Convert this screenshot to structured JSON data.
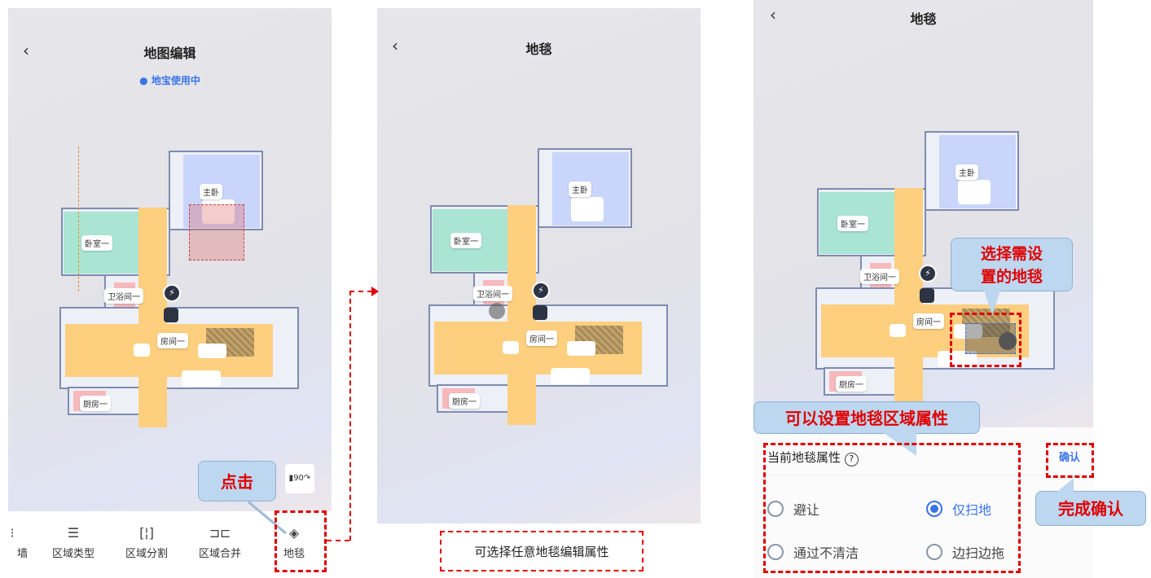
{
  "panel1": {
    "title": "地图编辑",
    "status": "● 地宝使用中",
    "toolbar": [
      {
        "icon": "wall-icon",
        "label": "墙"
      },
      {
        "icon": "list-icon",
        "label": "区域类型"
      },
      {
        "icon": "split-icon",
        "label": "区域分割"
      },
      {
        "icon": "merge-icon",
        "label": "区域合并"
      },
      {
        "icon": "carpet-icon",
        "label": "地毯"
      }
    ],
    "rotate_label": "90",
    "callout": "点击"
  },
  "panel2": {
    "title": "地毯",
    "caption": "可选择任意地毯编辑属性"
  },
  "panel3": {
    "title": "地毯",
    "callout_select": "选择需设置的地毯",
    "callout_attr": "可以设置地毯区域属性",
    "callout_confirm": "完成确认",
    "sheet_title": "当前地毯属性",
    "help": "?",
    "confirm": "确认",
    "options": [
      {
        "label": "避让",
        "selected": false
      },
      {
        "label": "仅扫地",
        "selected": true
      },
      {
        "label": "通过不清洁",
        "selected": false
      },
      {
        "label": "边扫边拖",
        "selected": false
      }
    ]
  },
  "rooms": {
    "master": "主卧",
    "bed1": "卧室一",
    "bath": "卫浴间一",
    "room1": "房间一",
    "kitchen": "厨房一"
  },
  "colors": {
    "accent": "#3a74e8",
    "annotation": "#e00000"
  }
}
